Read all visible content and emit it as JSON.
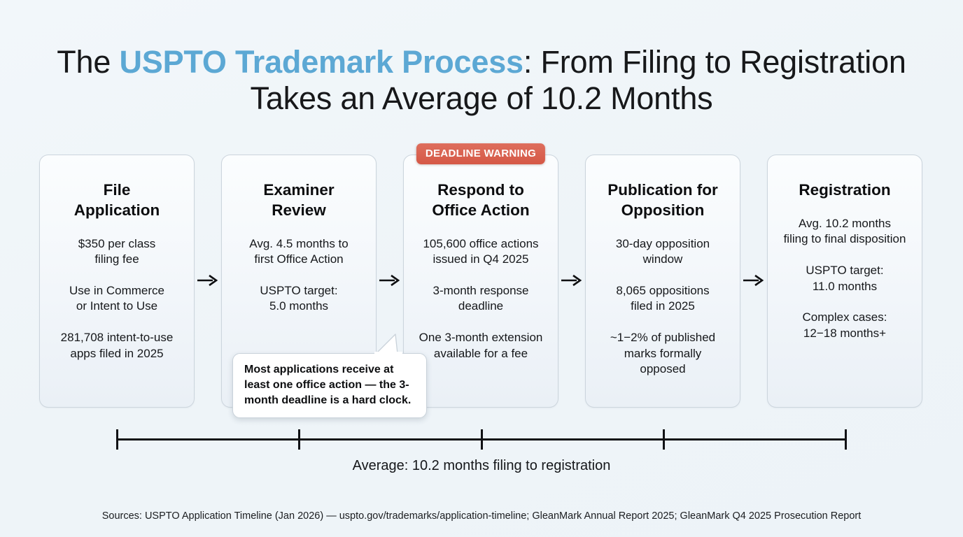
{
  "title": {
    "line1_pre": "The ",
    "line1_accent": "USPTO Trademark Process",
    "line1_post": ": From Filing to Registration",
    "line2": "Takes an Average of 10.2 Months",
    "accent_color": "#5ca8d4"
  },
  "badge": {
    "label": "DEADLINE WARNING",
    "color": "#d55846"
  },
  "arrow_glyph": "right-arrow",
  "cards": [
    {
      "title": "File\nApplication",
      "facts": [
        "$350 per class\nfiling fee",
        "Use in Commerce\nor Intent to Use",
        "281,708 intent-to-use\napps filed in 2025"
      ]
    },
    {
      "title": "Examiner\nReview",
      "facts": [
        "Avg. 4.5 months to\nfirst Office Action",
        "USPTO target:\n5.0 months"
      ]
    },
    {
      "title": "Respond to\nOffice Action",
      "facts": [
        "105,600 office actions\nissued in Q4 2025",
        "3-month response\ndeadline",
        "One 3-month extension\navailable for a fee"
      ]
    },
    {
      "title": "Publication for\nOpposition",
      "facts": [
        "30-day opposition\nwindow",
        "8,065 oppositions\nfiled in 2025",
        "~1−2% of published\nmarks formally\nopposed"
      ]
    },
    {
      "title": "Registration",
      "facts": [
        "Avg. 10.2 months\nfiling to final disposition",
        "USPTO target:\n11.0 months",
        "Complex cases:\n12−18 months+"
      ]
    }
  ],
  "callout": {
    "text": "Most applications receive at least one office action — the 3-month deadline is a hard clock."
  },
  "timeline": {
    "caption": "Average: 10.2 months filing to registration",
    "tick_positions_pct": [
      0,
      25,
      50,
      75,
      100
    ]
  },
  "sources": {
    "text": "Sources: USPTO Application Timeline (Jan 2026) — uspto.gov/trademarks/application-timeline; GleanMark Annual Report 2025; GleanMark Q4 2025 Prosecution Report"
  }
}
